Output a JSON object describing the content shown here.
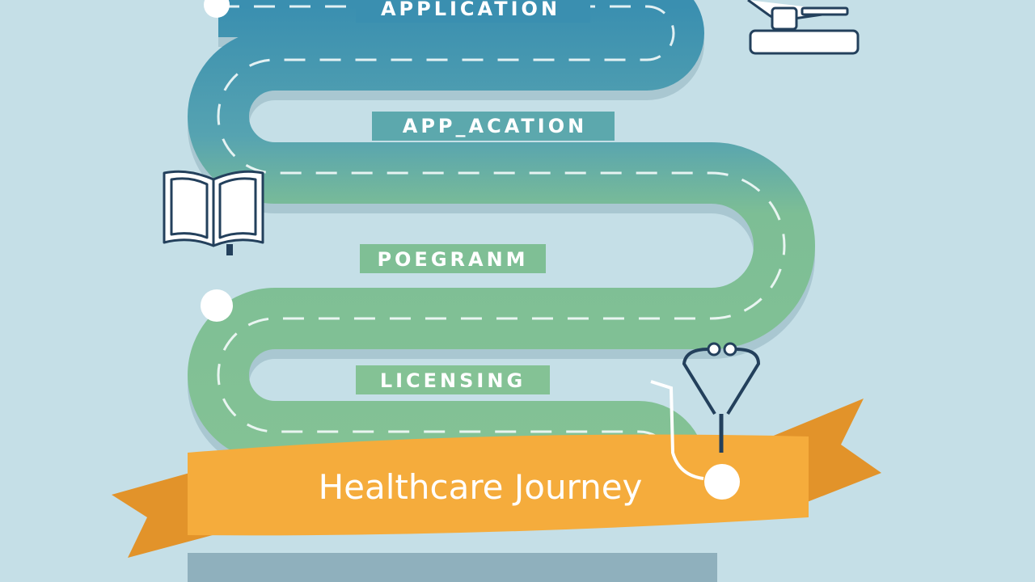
{
  "title": "Healthcare Journey",
  "stages": [
    {
      "label": "APPLICATION"
    },
    {
      "label": "APP_ACATION"
    },
    {
      "label": "POEGRANM"
    },
    {
      "label": "LICENSING"
    }
  ],
  "colors": {
    "background": "#c5dfe7",
    "road_blue": "#3f93b3",
    "road_teal": "#5aa7ae",
    "road_green": "#7dbf94",
    "banner": "#f5ac3c",
    "banner_dark": "#e2932a",
    "base_bar": "#8fb0bd",
    "icon_stroke": "#23405c"
  },
  "icons": [
    "dental-chair-icon",
    "open-book-icon",
    "stethoscope-icon"
  ]
}
